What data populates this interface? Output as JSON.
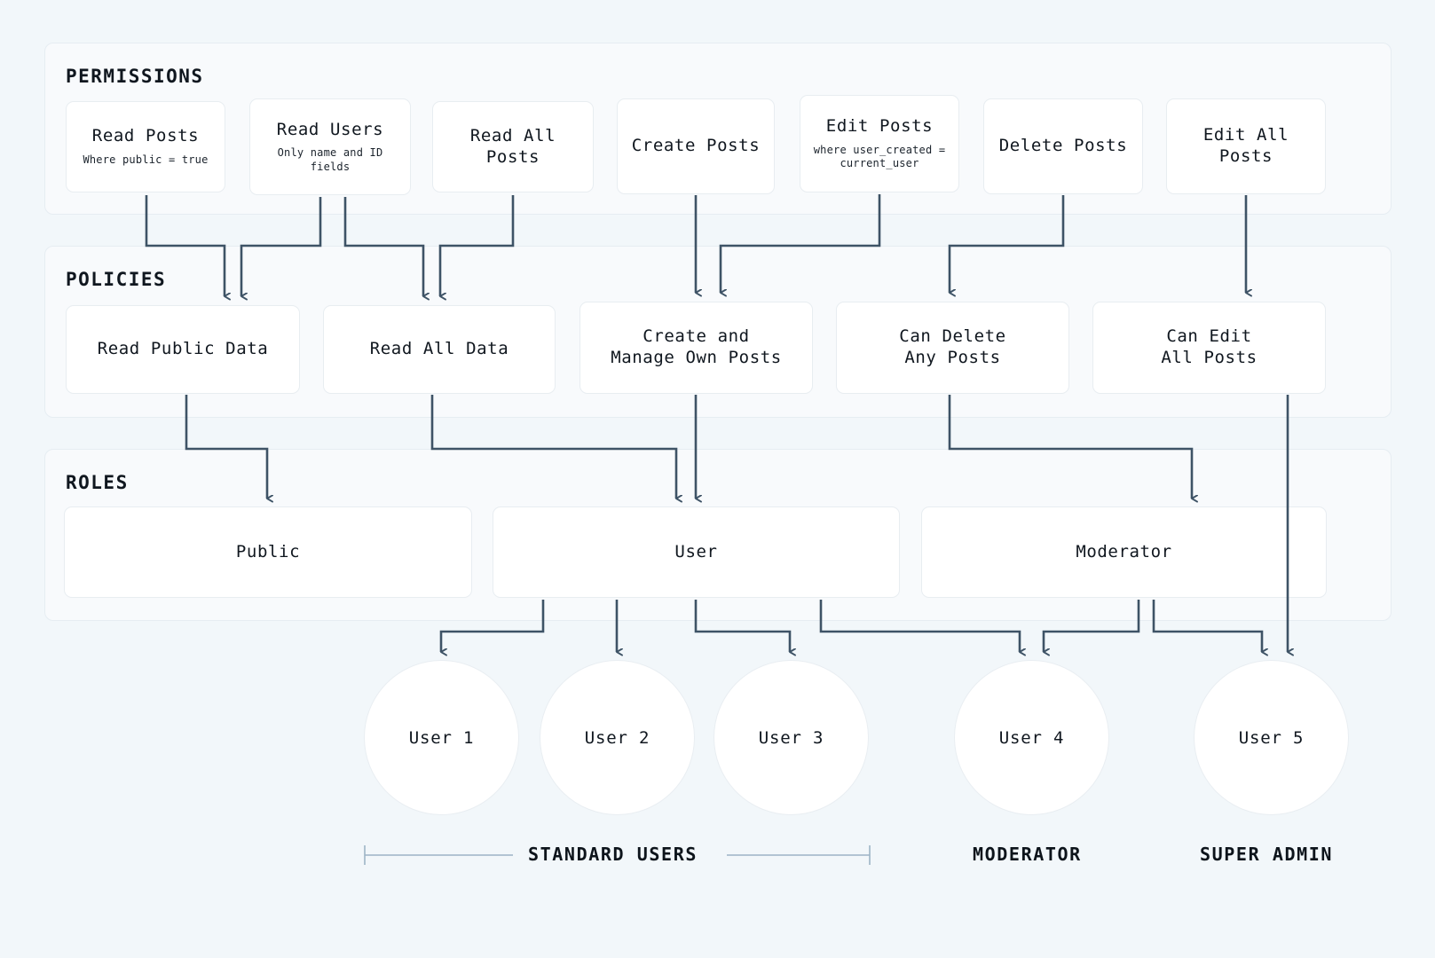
{
  "diagram": {
    "title": "Permissions / Policies / Roles hierarchy",
    "colors": {
      "page_background": "#f2f7fa",
      "band_background": "#f8fafc",
      "card_background": "#ffffff",
      "card_border": "#e8edf1",
      "connector": "#3e5366",
      "bracket": "#9db4c6",
      "text": "#10171f"
    }
  },
  "bands": [
    {
      "id": "permissions",
      "label": "PERMISSIONS"
    },
    {
      "id": "policies",
      "label": "POLICIES"
    },
    {
      "id": "roles",
      "label": "ROLES"
    }
  ],
  "permissions": [
    {
      "id": "read-posts",
      "title": "Read Posts",
      "subtitle": "Where public = true"
    },
    {
      "id": "read-users",
      "title": "Read Users",
      "subtitle": "Only name and ID fields"
    },
    {
      "id": "read-all-posts",
      "title": "Read All Posts",
      "subtitle": ""
    },
    {
      "id": "create-posts",
      "title": "Create Posts",
      "subtitle": ""
    },
    {
      "id": "edit-posts",
      "title": "Edit Posts",
      "subtitle": "where user_created =\ncurrent_user"
    },
    {
      "id": "delete-posts",
      "title": "Delete Posts",
      "subtitle": ""
    },
    {
      "id": "edit-all-posts",
      "title": "Edit All Posts",
      "subtitle": ""
    }
  ],
  "policies": [
    {
      "id": "read-public-data",
      "title": "Read Public Data"
    },
    {
      "id": "read-all-data",
      "title": "Read All Data"
    },
    {
      "id": "create-manage-own",
      "title": "Create and\nManage Own Posts"
    },
    {
      "id": "can-delete-any-posts",
      "title": "Can Delete\nAny Posts"
    },
    {
      "id": "can-edit-all-posts",
      "title": "Can Edit\nAll Posts"
    }
  ],
  "roles": [
    {
      "id": "public",
      "title": "Public"
    },
    {
      "id": "user",
      "title": "User"
    },
    {
      "id": "moderator",
      "title": "Moderator"
    }
  ],
  "users": [
    {
      "id": "user-1",
      "label": "User 1"
    },
    {
      "id": "user-2",
      "label": "User 2"
    },
    {
      "id": "user-3",
      "label": "User 3"
    },
    {
      "id": "user-4",
      "label": "User 4"
    },
    {
      "id": "user-5",
      "label": "User 5"
    }
  ],
  "group_labels": [
    {
      "id": "standard-users",
      "label": "STANDARD USERS",
      "bracket": true
    },
    {
      "id": "moderator",
      "label": "MODERATOR",
      "bracket": false
    },
    {
      "id": "super-admin",
      "label": "SUPER ADMIN",
      "bracket": false
    }
  ],
  "edges": [
    {
      "from": "read-posts",
      "to": "read-public-data"
    },
    {
      "from": "read-users",
      "to": "read-public-data"
    },
    {
      "from": "read-users",
      "to": "read-all-data"
    },
    {
      "from": "read-all-posts",
      "to": "read-all-data"
    },
    {
      "from": "create-posts",
      "to": "create-manage-own"
    },
    {
      "from": "edit-posts",
      "to": "create-manage-own"
    },
    {
      "from": "delete-posts",
      "to": "can-delete-any-posts"
    },
    {
      "from": "edit-all-posts",
      "to": "can-edit-all-posts"
    },
    {
      "from": "read-public-data",
      "to": "public"
    },
    {
      "from": "read-all-data",
      "to": "user"
    },
    {
      "from": "create-manage-own",
      "to": "user"
    },
    {
      "from": "can-delete-any-posts",
      "to": "moderator"
    },
    {
      "from": "can-edit-all-posts",
      "to": "user-5"
    },
    {
      "from": "public",
      "to": "user-1"
    },
    {
      "from": "public",
      "to": "user-2"
    },
    {
      "from": "public",
      "to": "user-3"
    },
    {
      "from": "user",
      "to": "user-1"
    },
    {
      "from": "user",
      "to": "user-2"
    },
    {
      "from": "user",
      "to": "user-3"
    },
    {
      "from": "user",
      "to": "user-4"
    },
    {
      "from": "moderator",
      "to": "user-4"
    },
    {
      "from": "moderator",
      "to": "user-5"
    }
  ]
}
